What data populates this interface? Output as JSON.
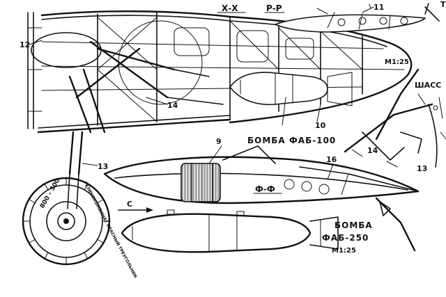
{
  "labels": {
    "section_xx": "Х-Х",
    "section_rr": "Р-Р",
    "section_ff": "Ф-Ф",
    "bomb_fab100": "БОМБА ФАБ-100",
    "bomb_word": "БОМБА",
    "bomb_fab250": "ФАБ-250",
    "scale_top": "М1:25",
    "scale_bottom": "М1:25",
    "chassis": "ШАСС",
    "arrow_c": "С",
    "tire_size": "800 - 300",
    "tire_maker": "РЕЗИНОКОМБИНАТ  КРАСНЫЙ  ТРЕУГОЛЬНИК",
    "marker_t": "Т"
  },
  "callouts": [
    "12",
    "14",
    "13",
    "10",
    "9",
    "16",
    "11",
    "14",
    "13"
  ]
}
